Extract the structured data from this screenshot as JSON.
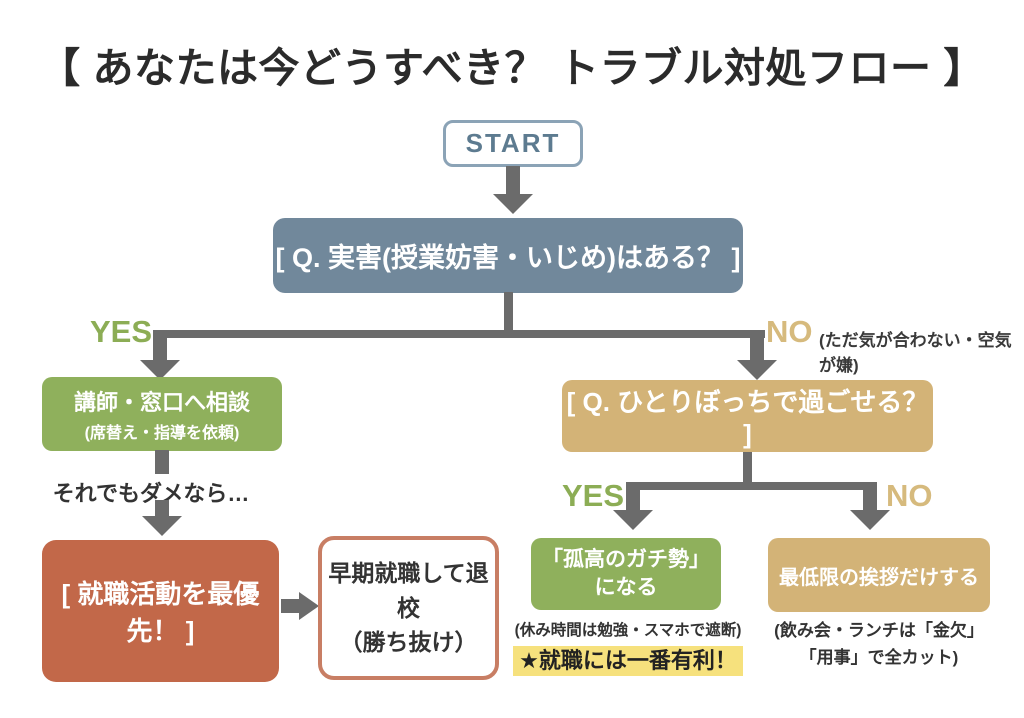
{
  "title": "【 あなたは今どうすべき？ トラブル対処フロー 】",
  "colors": {
    "question_blue": "#71889b",
    "action_green": "#8fb05c",
    "neutral_tan": "#d3b377",
    "urgent_red": "#c26849",
    "outline_salmon": "#c87e64",
    "arrow_gray": "#6b6b6b",
    "yes_label_green": "#8cad55",
    "no_label_tan": "#d6ba7d",
    "highlight_yellow": "#f6e17d"
  },
  "nodes": {
    "start": {
      "label": "START"
    },
    "q1": {
      "label": "[ Q. 実害(授業妨害・いじめ)はある？ ]"
    },
    "consult": {
      "line1": "講師・窓口へ相談",
      "line2": "(席替え・指導を依頼)"
    },
    "fallback": {
      "label": "それでもダメなら…"
    },
    "job_priority": {
      "label": "[ 就職活動を最優先！ ]"
    },
    "early_exit": {
      "line1": "早期就職して退校",
      "line2": "（勝ち抜け）"
    },
    "q2": {
      "label": "[ Q. ひとりぼっちで過ごせる？ ]"
    },
    "loner": {
      "line1": "「孤高のガチ勢」",
      "line2": "になる",
      "note": "(休み時間は勉強・スマホで遮断)",
      "highlight": "★就職には一番有利！"
    },
    "greeting": {
      "label": "最低限の挨拶だけする",
      "note_line1": "(飲み会・ランチは「金欠」",
      "note_line2": "「用事」で全カット)"
    }
  },
  "branches": {
    "b1": {
      "yes": "YES",
      "no": "NO",
      "no_note": "(ただ気が合わない・空気が嫌)"
    },
    "b2": {
      "yes": "YES",
      "no": "NO"
    }
  }
}
